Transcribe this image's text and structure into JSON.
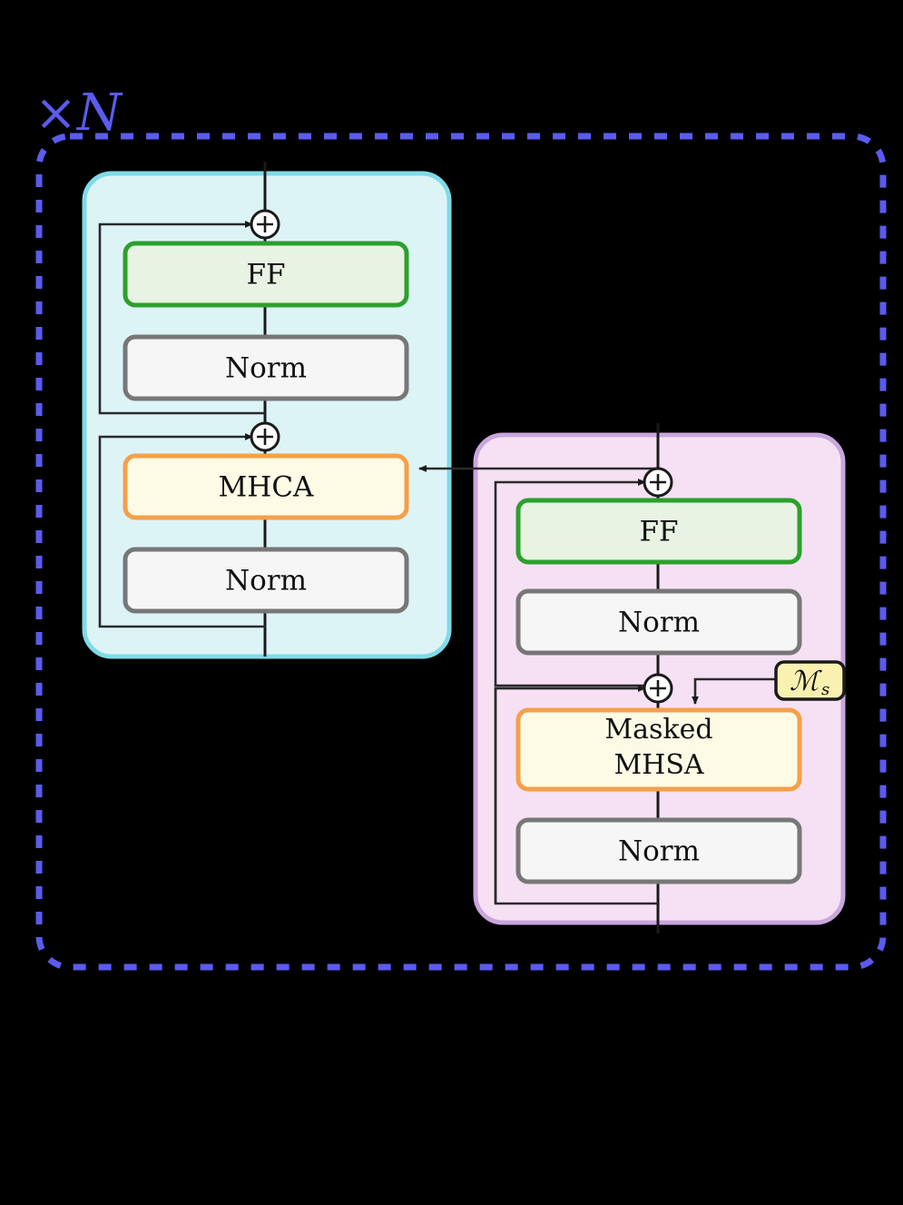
{
  "figure": {
    "repeat_label": "×N",
    "repeat_color": "#5b5bf0",
    "background": "#000000"
  },
  "encoder": {
    "name": "encoder-block",
    "fill": "#ddf4f7",
    "border": "#7fdbe8",
    "blocks": [
      {
        "id": "enc-ff",
        "label": "FF",
        "fill": "#e8f3e3",
        "border": "#2ca02c"
      },
      {
        "id": "enc-norm1",
        "label": "Norm",
        "fill": "#f6f6f6",
        "border": "#777777"
      },
      {
        "id": "enc-mhca",
        "label": "MHCA",
        "fill": "#fdfbe6",
        "border": "#f5a04a"
      },
      {
        "id": "enc-norm2",
        "label": "Norm",
        "fill": "#f6f6f6",
        "border": "#777777"
      }
    ],
    "adders": [
      {
        "id": "enc-add-top",
        "symbol": "⊕"
      },
      {
        "id": "enc-add-bottom",
        "symbol": "⊕"
      }
    ]
  },
  "decoder": {
    "name": "decoder-block",
    "fill": "#f6e1f4",
    "border": "#c9a6dd",
    "blocks": [
      {
        "id": "dec-ff",
        "label": "FF",
        "fill": "#e8f3e3",
        "border": "#2ca02c"
      },
      {
        "id": "dec-norm1",
        "label": "Norm",
        "fill": "#f6f6f6",
        "border": "#777777"
      },
      {
        "id": "dec-mhsa",
        "label_line1": "Masked",
        "label_line2": "MHSA",
        "fill": "#fdfbe6",
        "border": "#f5a04a"
      },
      {
        "id": "dec-norm2",
        "label": "Norm",
        "fill": "#f6f6f6",
        "border": "#777777"
      }
    ],
    "adders": [
      {
        "id": "dec-add-top",
        "symbol": "⊕"
      },
      {
        "id": "dec-add-bottom",
        "symbol": "⊕"
      }
    ]
  },
  "mask_badge": {
    "name": "mask-badge",
    "symbol": "ℳ",
    "subscript": "s",
    "fill": "#faf0b0",
    "border": "#1a1a1a"
  },
  "connections": {
    "cross_attention": "decoder-to-encoder-mhca",
    "mask_to_mhsa": "mask-badge-to-masked-mhsa"
  }
}
